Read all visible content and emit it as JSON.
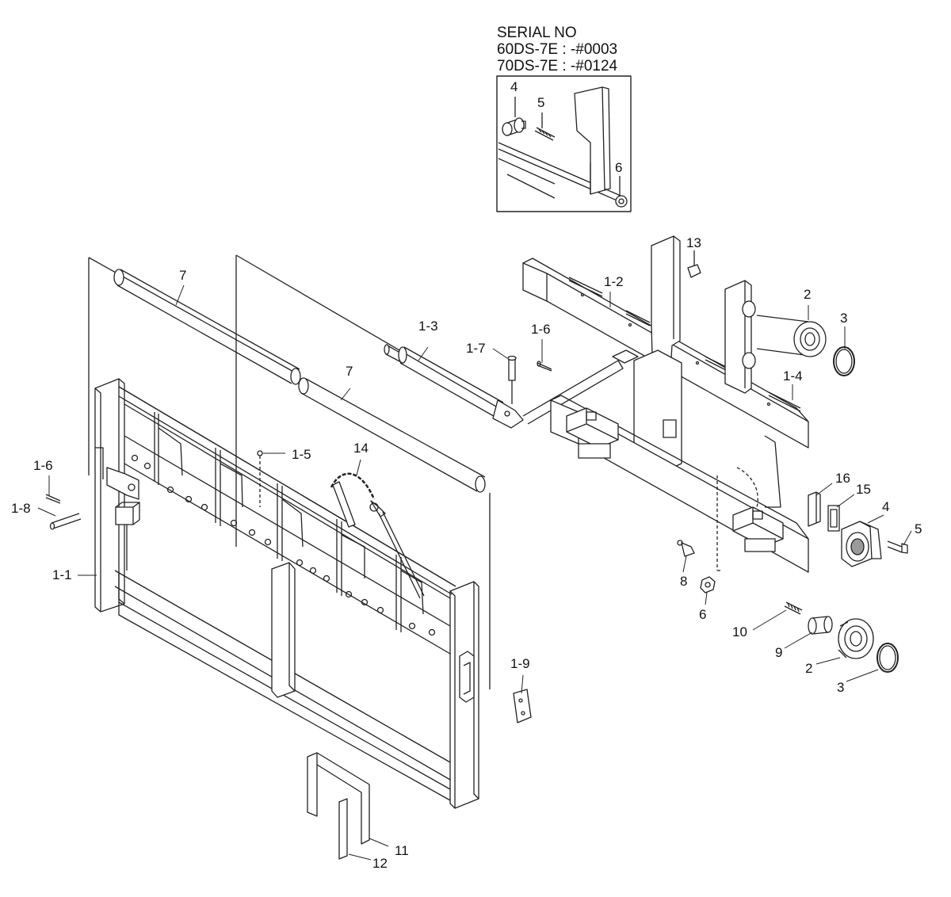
{
  "serial_header": {
    "title": "SERIAL NO",
    "line1": "60DS-7E : -#0003",
    "line2": "70DS-7E : -#0124"
  },
  "inset_callouts": [
    "4",
    "5",
    "6"
  ],
  "callouts": [
    "7",
    "7",
    "1-3",
    "1-7",
    "1-6",
    "1-2",
    "13",
    "2",
    "3",
    "1-4",
    "1-5",
    "14",
    "1-6",
    "1-8",
    "1-1",
    "16",
    "15",
    "4",
    "5",
    "8",
    "6",
    "10",
    "9",
    "2",
    "3",
    "1-9",
    "11",
    "12"
  ],
  "colors": {
    "line": "#222222",
    "fill": "#ffffff",
    "shade": "#9a9a9a"
  }
}
